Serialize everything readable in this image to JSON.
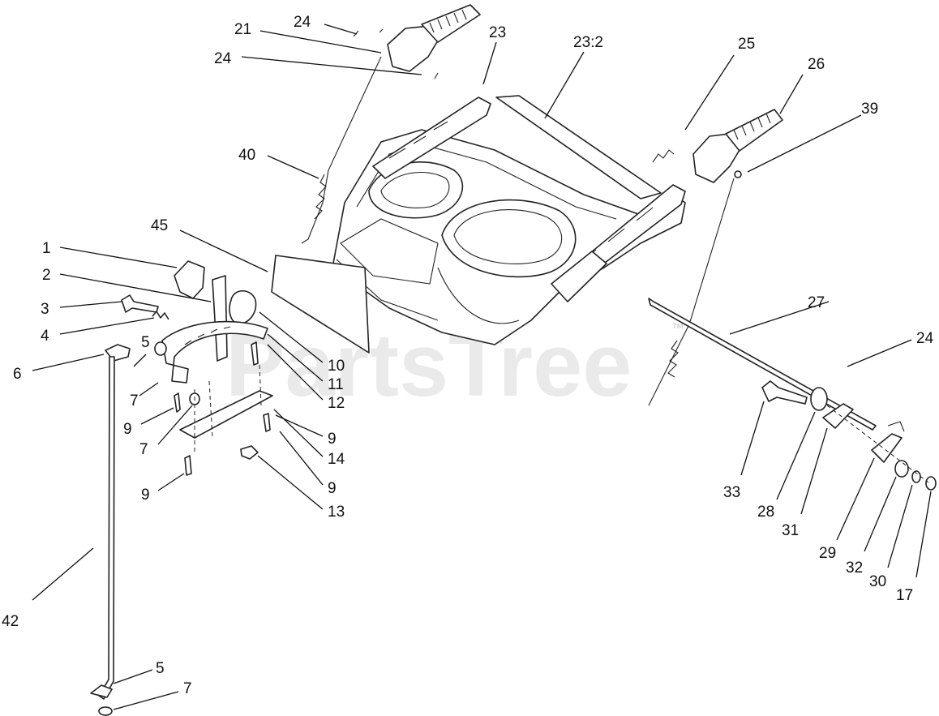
{
  "watermark": {
    "text": "PartsTree",
    "tm": "™"
  },
  "callouts": [
    {
      "id": "c-24a",
      "text": "24"
    },
    {
      "id": "c-21",
      "text": "21"
    },
    {
      "id": "c-24b",
      "text": "24"
    },
    {
      "id": "c-23",
      "text": "23"
    },
    {
      "id": "c-232",
      "text": "23:2"
    },
    {
      "id": "c-25",
      "text": "25"
    },
    {
      "id": "c-26",
      "text": "26"
    },
    {
      "id": "c-39",
      "text": "39"
    },
    {
      "id": "c-40",
      "text": "40"
    },
    {
      "id": "c-45",
      "text": "45"
    },
    {
      "id": "c-1",
      "text": "1"
    },
    {
      "id": "c-2",
      "text": "2"
    },
    {
      "id": "c-3",
      "text": "3"
    },
    {
      "id": "c-4",
      "text": "4"
    },
    {
      "id": "c-5a",
      "text": "5"
    },
    {
      "id": "c-6",
      "text": "6"
    },
    {
      "id": "c-7a",
      "text": "7"
    },
    {
      "id": "c-9a",
      "text": "9"
    },
    {
      "id": "c-7b",
      "text": "7"
    },
    {
      "id": "c-9b",
      "text": "9"
    },
    {
      "id": "c-10",
      "text": "10"
    },
    {
      "id": "c-11",
      "text": "11"
    },
    {
      "id": "c-12",
      "text": "12"
    },
    {
      "id": "c-9c",
      "text": "9"
    },
    {
      "id": "c-14",
      "text": "14"
    },
    {
      "id": "c-9d",
      "text": "9"
    },
    {
      "id": "c-13",
      "text": "13"
    },
    {
      "id": "c-27",
      "text": "27"
    },
    {
      "id": "c-24c",
      "text": "24"
    },
    {
      "id": "c-33",
      "text": "33"
    },
    {
      "id": "c-28",
      "text": "28"
    },
    {
      "id": "c-31",
      "text": "31"
    },
    {
      "id": "c-29",
      "text": "29"
    },
    {
      "id": "c-32",
      "text": "32"
    },
    {
      "id": "c-30",
      "text": "30"
    },
    {
      "id": "c-17",
      "text": "17"
    },
    {
      "id": "c-42",
      "text": "42"
    },
    {
      "id": "c-5b",
      "text": "5"
    },
    {
      "id": "c-7c",
      "text": "7"
    }
  ]
}
